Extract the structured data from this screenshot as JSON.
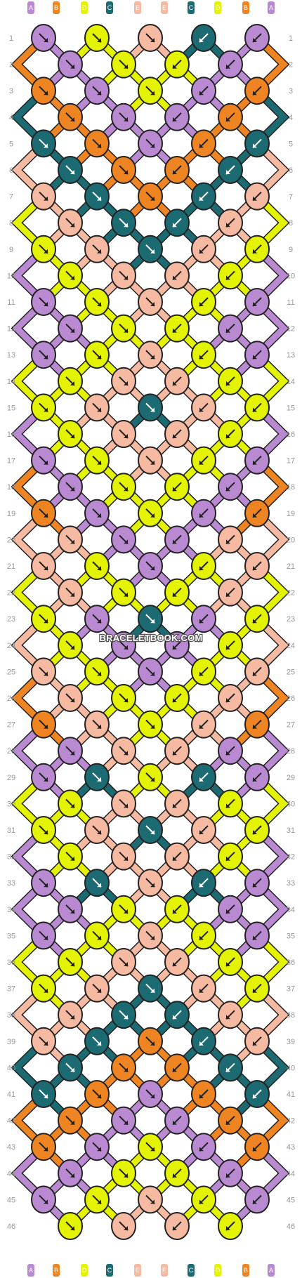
{
  "pattern": {
    "rows": 46,
    "strand_letters": [
      "A",
      "B",
      "D",
      "C",
      "E",
      "E",
      "C",
      "D",
      "B",
      "A"
    ],
    "colors": {
      "A": "#b98ad1",
      "B": "#ee8522",
      "C": "#1c6a72",
      "D": "#e3f300",
      "E": "#f6b9a1"
    },
    "row_colors": [
      [
        "A",
        "D",
        "E",
        "C",
        "A"
      ],
      [
        "A",
        "D",
        "D",
        "A"
      ],
      [
        "B",
        "A",
        "D",
        "A",
        "B"
      ],
      [
        "B",
        "A",
        "A",
        "B"
      ],
      [
        "C",
        "B",
        "A",
        "B",
        "C"
      ],
      [
        "C",
        "B",
        "B",
        "C"
      ],
      [
        "E",
        "C",
        "B",
        "C",
        "E"
      ],
      [
        "E",
        "C",
        "C",
        "E"
      ],
      [
        "D",
        "E",
        "C",
        "E",
        "D"
      ],
      [
        "D",
        "E",
        "E",
        "D"
      ],
      [
        "A",
        "D",
        "E",
        "D",
        "A"
      ],
      [
        "A",
        "D",
        "D",
        "A"
      ],
      [
        "A",
        "D",
        "E",
        "D",
        "A"
      ],
      [
        "D",
        "E",
        "E",
        "D"
      ],
      [
        "D",
        "E",
        "C",
        "E",
        "D"
      ],
      [
        "D",
        "E",
        "E",
        "D"
      ],
      [
        "A",
        "D",
        "E",
        "D",
        "A"
      ],
      [
        "A",
        "D",
        "D",
        "A"
      ],
      [
        "B",
        "A",
        "D",
        "A",
        "B"
      ],
      [
        "E",
        "A",
        "A",
        "E"
      ],
      [
        "E",
        "D",
        "A",
        "D",
        "E"
      ],
      [
        "E",
        "D",
        "D",
        "E"
      ],
      [
        "D",
        "A",
        "C",
        "A",
        "D"
      ],
      [
        "D",
        "A",
        "A",
        "D"
      ],
      [
        "E",
        "D",
        "A",
        "D",
        "E"
      ],
      [
        "E",
        "D",
        "D",
        "E"
      ],
      [
        "B",
        "E",
        "D",
        "E",
        "B"
      ],
      [
        "A",
        "E",
        "E",
        "A"
      ],
      [
        "A",
        "C",
        "D",
        "C",
        "A"
      ],
      [
        "D",
        "E",
        "E",
        "D"
      ],
      [
        "D",
        "E",
        "C",
        "E",
        "D"
      ],
      [
        "D",
        "E",
        "E",
        "D"
      ],
      [
        "A",
        "C",
        "E",
        "C",
        "A"
      ],
      [
        "A",
        "D",
        "D",
        "A"
      ],
      [
        "A",
        "D",
        "E",
        "D",
        "A"
      ],
      [
        "D",
        "E",
        "E",
        "D"
      ],
      [
        "D",
        "E",
        "C",
        "E",
        "D"
      ],
      [
        "E",
        "C",
        "C",
        "E"
      ],
      [
        "E",
        "C",
        "B",
        "C",
        "E"
      ],
      [
        "C",
        "B",
        "B",
        "C"
      ],
      [
        "C",
        "B",
        "A",
        "B",
        "C"
      ],
      [
        "B",
        "A",
        "A",
        "B"
      ],
      [
        "B",
        "A",
        "D",
        "A",
        "B"
      ],
      [
        "A",
        "D",
        "D",
        "A"
      ],
      [
        "A",
        "D",
        "E",
        "D",
        "A"
      ],
      [
        "D",
        "E",
        "E",
        "D"
      ]
    ]
  },
  "watermark": "BRACELETBOOK.COM"
}
